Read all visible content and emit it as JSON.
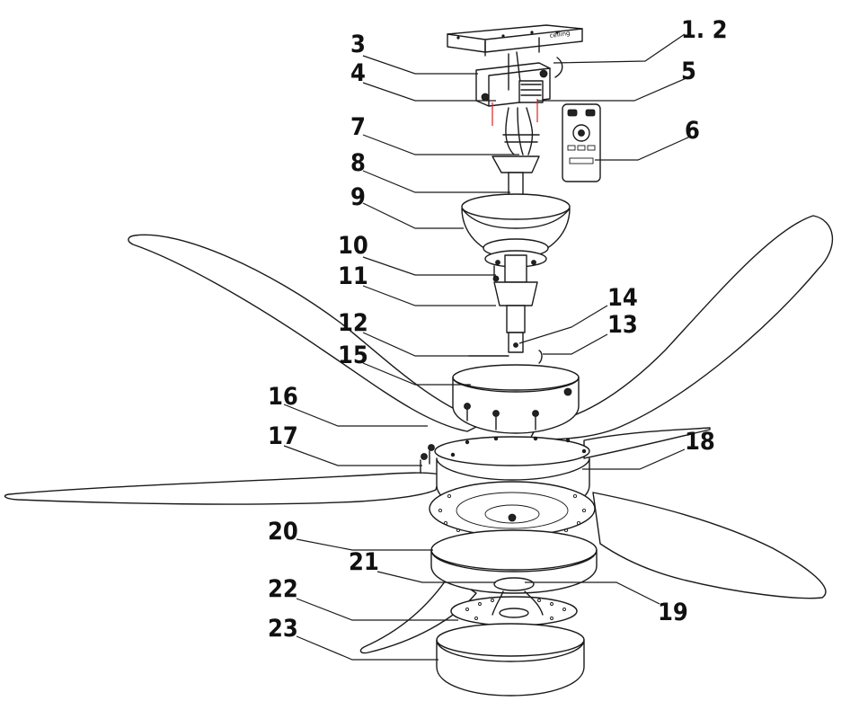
{
  "colors": {
    "line": "#1a1a1a",
    "text": "#111111",
    "accent": "#dd2222",
    "background": "#ffffff"
  },
  "bracket_text": "ceiling",
  "callouts": [
    {
      "id": "1-2",
      "label": "1. 2"
    },
    {
      "id": "3",
      "label": "3"
    },
    {
      "id": "4",
      "label": "4"
    },
    {
      "id": "5",
      "label": "5"
    },
    {
      "id": "6",
      "label": "6"
    },
    {
      "id": "7",
      "label": "7"
    },
    {
      "id": "8",
      "label": "8"
    },
    {
      "id": "9",
      "label": "9"
    },
    {
      "id": "10",
      "label": "10"
    },
    {
      "id": "11",
      "label": "11"
    },
    {
      "id": "12",
      "label": "12"
    },
    {
      "id": "13",
      "label": "13"
    },
    {
      "id": "14",
      "label": "14"
    },
    {
      "id": "15",
      "label": "15"
    },
    {
      "id": "16",
      "label": "16"
    },
    {
      "id": "17",
      "label": "17"
    },
    {
      "id": "18",
      "label": "18"
    },
    {
      "id": "19",
      "label": "19"
    },
    {
      "id": "20",
      "label": "20"
    },
    {
      "id": "21",
      "label": "21"
    },
    {
      "id": "22",
      "label": "22"
    },
    {
      "id": "23",
      "label": "23"
    }
  ]
}
